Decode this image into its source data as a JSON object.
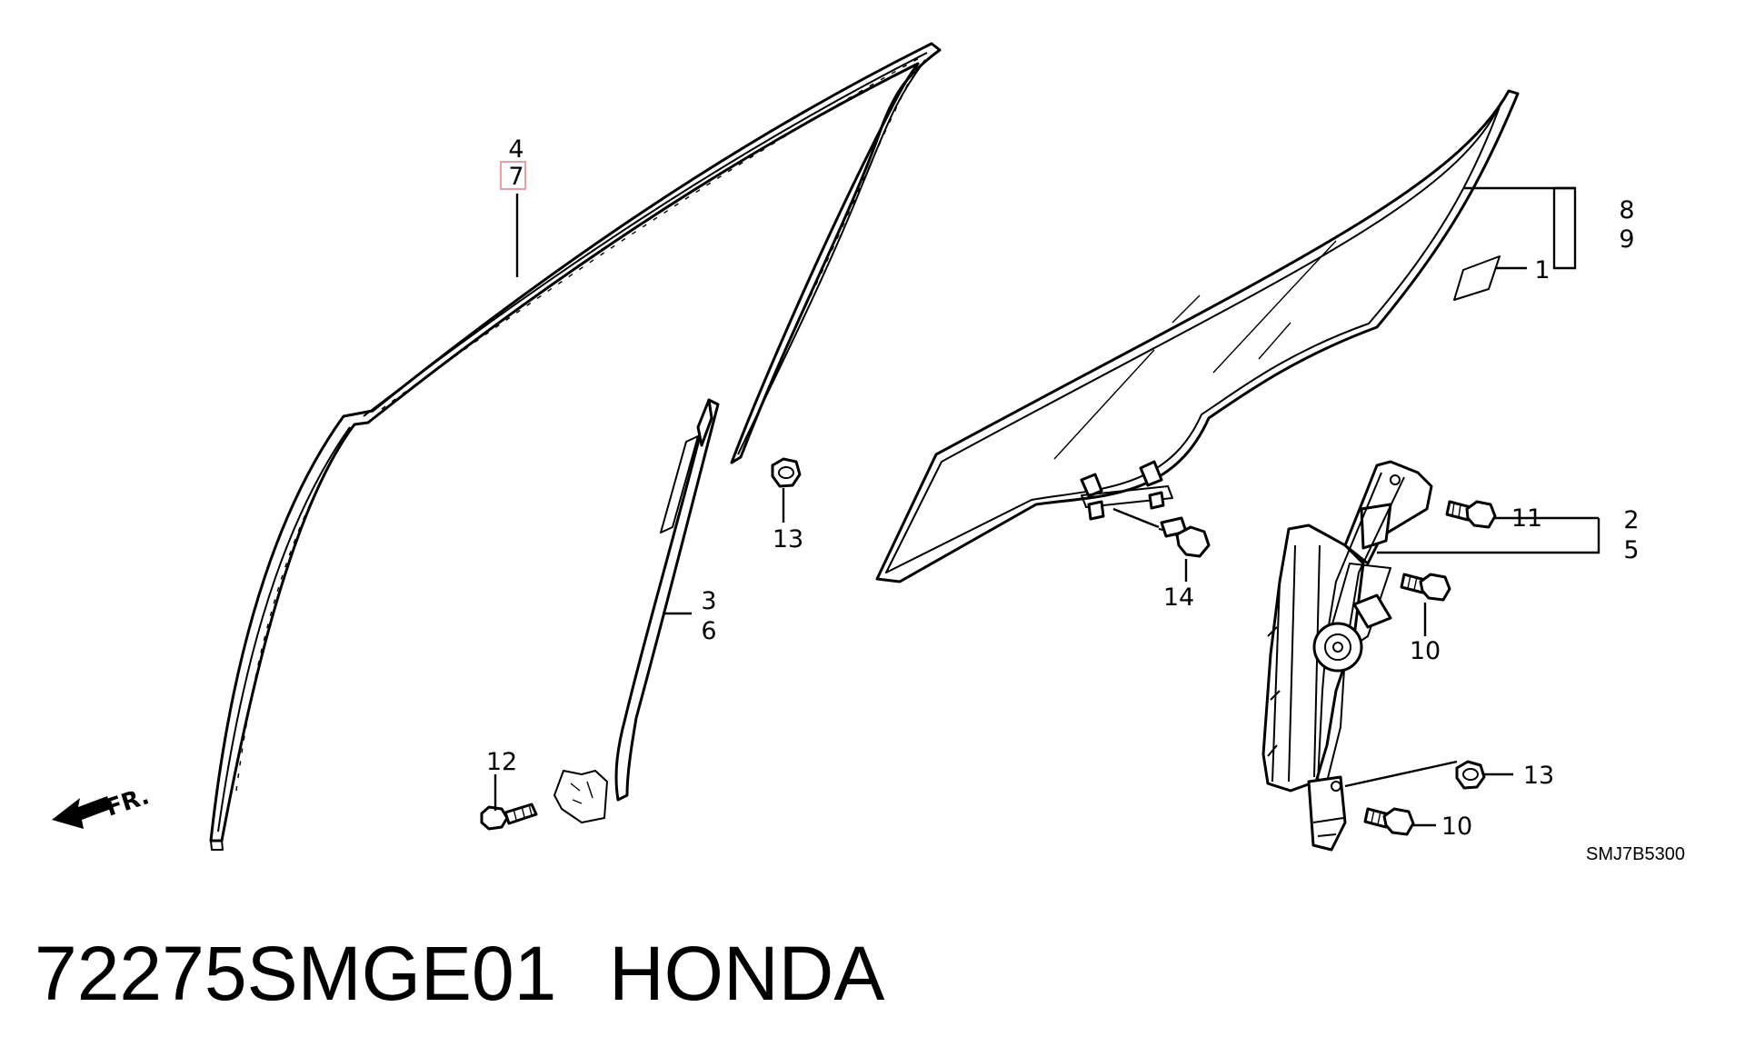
{
  "callouts": {
    "c1": "1",
    "c2": "2",
    "c3": "3",
    "c4": "4",
    "c5": "5",
    "c6": "6",
    "c7": "7",
    "c8": "8",
    "c9": "9",
    "c10a": "10",
    "c10b": "10",
    "c11": "11",
    "c12": "12",
    "c13a": "13",
    "c13b": "13",
    "c14": "14"
  },
  "highlight_color": "#e8a0a8",
  "fr_label": "FR.",
  "diagram_code": "SMJ7B5300",
  "part_number": "72275SMGE01",
  "brand": "HONDA"
}
